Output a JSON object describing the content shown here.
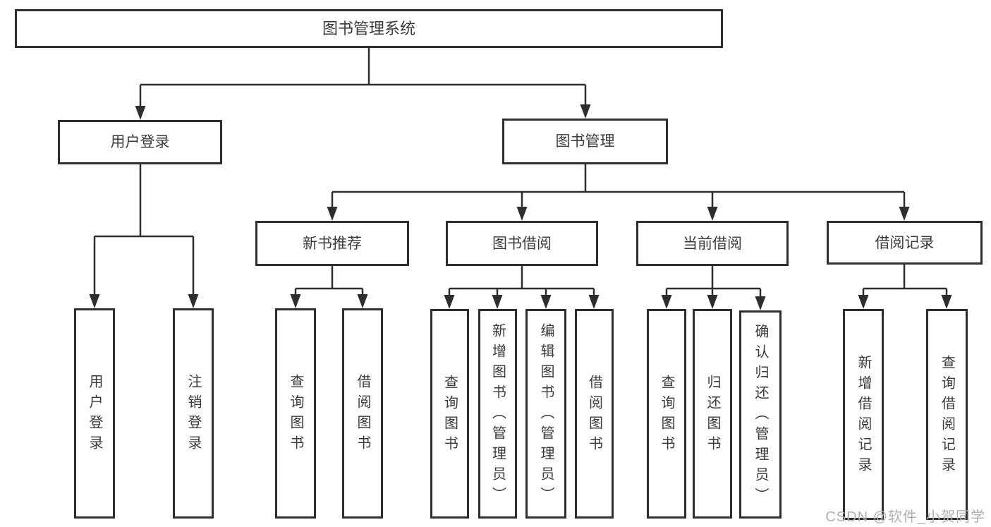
{
  "diagram_title": "图书管理系统",
  "watermark": "CSDN @软件_小贺同学",
  "colors": {
    "line": "#2e2e2e",
    "border": "#2e2e2e",
    "text": "#3a3a3a",
    "background": "#ffffff",
    "watermark": "#b0b0b0"
  },
  "nodes": {
    "root": "图书管理系统",
    "level2": {
      "user_login": "用户登录",
      "book_management": "图书管理"
    },
    "level3": {
      "new_books": "新书推荐",
      "book_borrow": "图书借阅",
      "current_borrow": "当前借阅",
      "borrow_records": "借阅记录"
    },
    "leaves": {
      "user_login": "用户登录",
      "logout": "注销登录",
      "new_query_books": "查询图书",
      "new_borrow_books": "借阅图书",
      "borrow_query_books": "查询图书",
      "borrow_add_books": "新增图书（管理员）",
      "borrow_edit_books": "编辑图书（管理员）",
      "borrow_borrow_books": "借阅图书",
      "current_query_books": "查询图书",
      "current_return_books": "归还图书",
      "current_confirm_return": "确认归还（管理员）",
      "records_add": "新增借阅记录",
      "records_query": "查询借阅记录"
    }
  }
}
